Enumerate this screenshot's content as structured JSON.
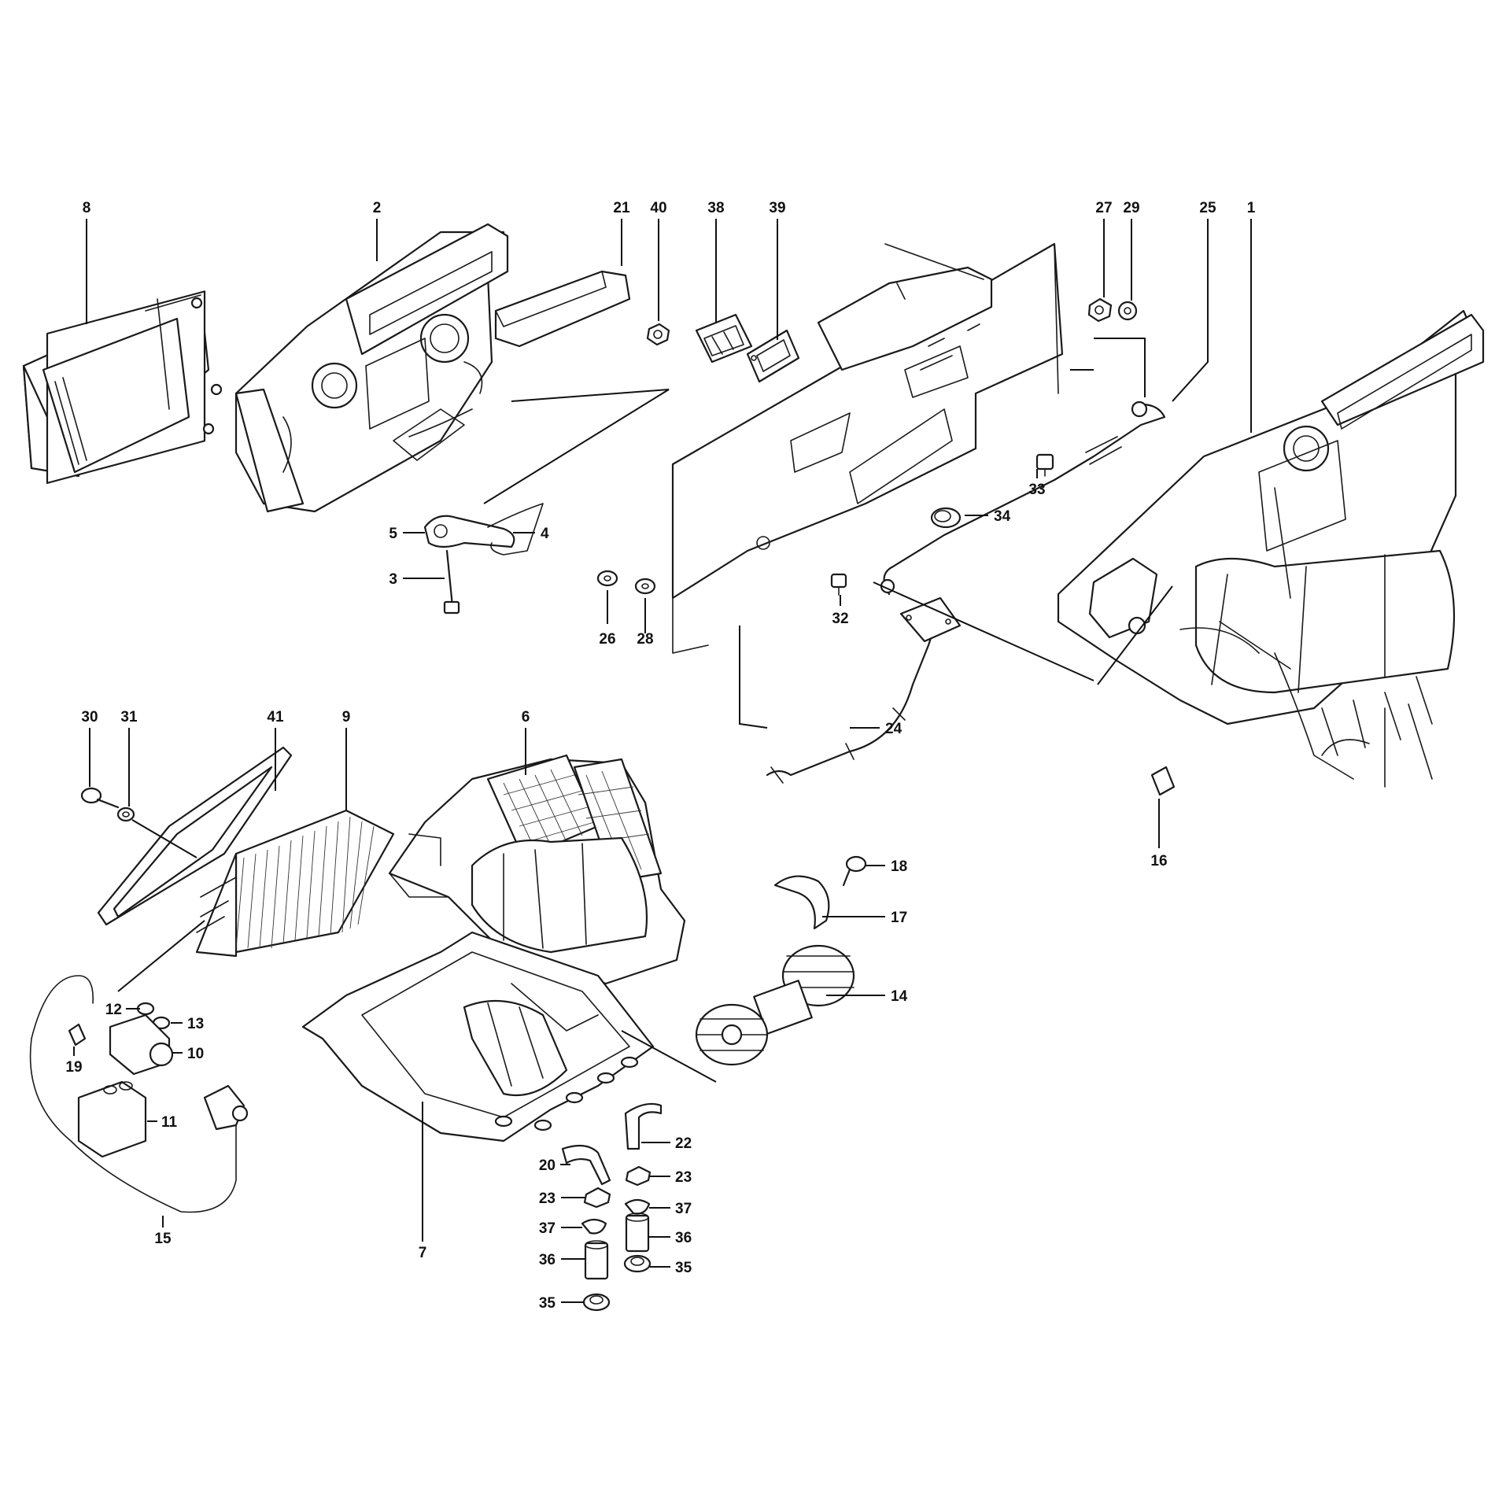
{
  "callouts": [
    {
      "id": "8",
      "label": "8"
    },
    {
      "id": "2",
      "label": "2"
    },
    {
      "id": "21",
      "label": "21"
    },
    {
      "id": "40",
      "label": "40"
    },
    {
      "id": "38",
      "label": "38"
    },
    {
      "id": "39",
      "label": "39"
    },
    {
      "id": "27",
      "label": "27"
    },
    {
      "id": "29",
      "label": "29"
    },
    {
      "id": "25",
      "label": "25"
    },
    {
      "id": "1",
      "label": "1"
    },
    {
      "id": "5",
      "label": "5"
    },
    {
      "id": "4",
      "label": "4"
    },
    {
      "id": "3",
      "label": "3"
    },
    {
      "id": "33",
      "label": "33"
    },
    {
      "id": "34",
      "label": "34"
    },
    {
      "id": "32",
      "label": "32"
    },
    {
      "id": "26",
      "label": "26"
    },
    {
      "id": "28",
      "label": "28"
    },
    {
      "id": "24",
      "label": "24"
    },
    {
      "id": "16",
      "label": "16"
    },
    {
      "id": "30",
      "label": "30"
    },
    {
      "id": "31",
      "label": "31"
    },
    {
      "id": "41",
      "label": "41"
    },
    {
      "id": "9",
      "label": "9"
    },
    {
      "id": "6",
      "label": "6"
    },
    {
      "id": "18",
      "label": "18"
    },
    {
      "id": "17",
      "label": "17"
    },
    {
      "id": "14",
      "label": "14"
    },
    {
      "id": "12",
      "label": "12"
    },
    {
      "id": "13",
      "label": "13"
    },
    {
      "id": "10",
      "label": "10"
    },
    {
      "id": "19",
      "label": "19"
    },
    {
      "id": "11",
      "label": "11"
    },
    {
      "id": "15",
      "label": "15"
    },
    {
      "id": "7",
      "label": "7"
    },
    {
      "id": "22",
      "label": "22"
    },
    {
      "id": "20",
      "label": "20"
    },
    {
      "id": "23a",
      "label": "23"
    },
    {
      "id": "23b",
      "label": "23"
    },
    {
      "id": "37a",
      "label": "37"
    },
    {
      "id": "37b",
      "label": "37"
    },
    {
      "id": "36a",
      "label": "36"
    },
    {
      "id": "36b",
      "label": "36"
    },
    {
      "id": "35a",
      "label": "35"
    },
    {
      "id": "35b",
      "label": "35"
    }
  ]
}
